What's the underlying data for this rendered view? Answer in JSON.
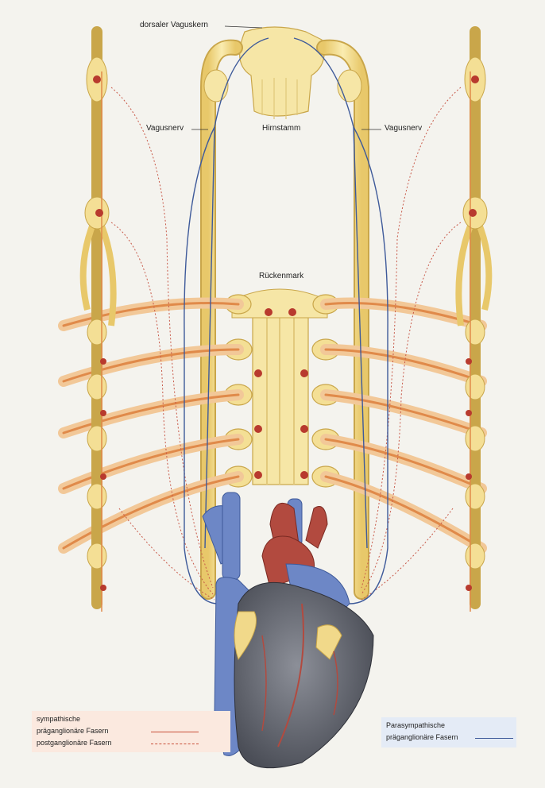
{
  "labels": {
    "dorsal_nucleus": "dorsaler Vaguskern",
    "brainstem": "Hirnstamm",
    "vagus_left": "Vagusnerv",
    "vagus_right": "Vagusnerv",
    "spinal_cord": "Rückenmark"
  },
  "legend": {
    "sympathetic": {
      "title": "sympathische",
      "preganglionic": "präganglionäre Fasern",
      "postganglionic": "postganglionäre Fasern"
    },
    "parasympathetic": {
      "title": "Parasympathische",
      "preganglionic": "präganglionäre Fasern"
    }
  },
  "colors": {
    "background": "#f4f3ee",
    "nerve": "#f1d98a",
    "nerve_edge": "#c9a64a",
    "sympathetic": "#e08a4a",
    "ganglion_cell": "#b83a2e",
    "parasympathetic": "#3e5a9a",
    "heart_muscle": "#6c6f78",
    "vessel_blue": "#6d87c6",
    "vessel_red": "#b24a3f",
    "legend_sym_bg": "#fbe9df",
    "legend_para_bg": "#e4ebf6"
  },
  "icons": [
    "heart-illustration",
    "brainstem-shape",
    "spinal-cord-shape",
    "sympathetic-chain"
  ]
}
